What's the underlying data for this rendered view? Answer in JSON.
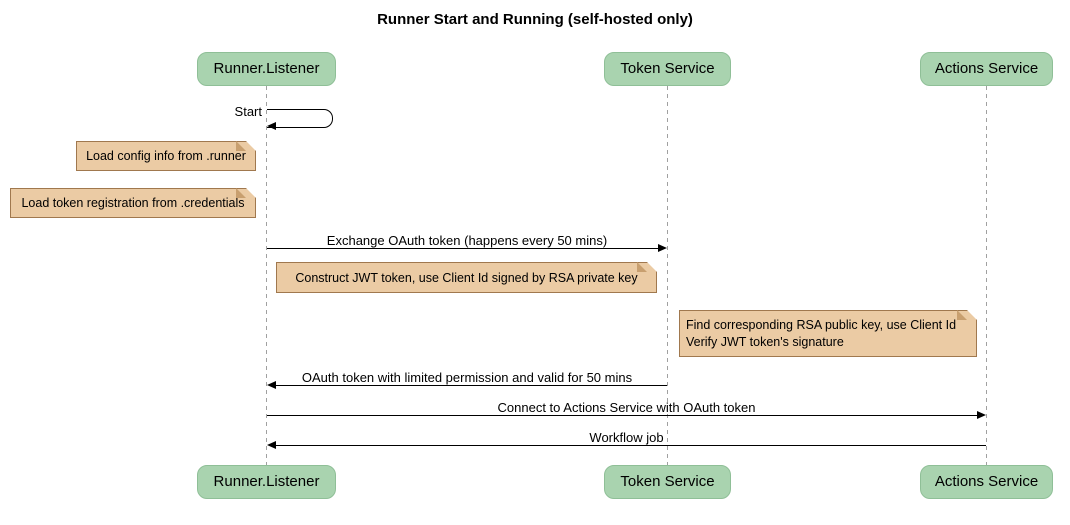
{
  "diagram_type": "sequence",
  "title": "Runner Start and Running (self-hosted only)",
  "participants": [
    {
      "id": "runner-listener",
      "label": "Runner.Listener"
    },
    {
      "id": "token-service",
      "label": "Token Service"
    },
    {
      "id": "actions-service",
      "label": "Actions Service"
    }
  ],
  "messages": [
    {
      "label": "Start",
      "from": "runner-listener",
      "to": "runner-listener",
      "type": "self"
    },
    {
      "label": "Exchange OAuth token (happens every 50 mins)",
      "from": "runner-listener",
      "to": "token-service",
      "type": "solid-arrow"
    },
    {
      "label": "OAuth token with limited permission and valid for 50 mins",
      "from": "token-service",
      "to": "runner-listener",
      "type": "solid-arrow"
    },
    {
      "label": "Connect to Actions Service with OAuth token",
      "from": "runner-listener",
      "to": "actions-service",
      "type": "solid-arrow"
    },
    {
      "label": "Workflow job",
      "from": "actions-service",
      "to": "runner-listener",
      "type": "solid-arrow"
    }
  ],
  "notes": [
    {
      "label": "Load config info from .runner",
      "position": "left-of runner-listener"
    },
    {
      "label": "Load token registration from .credentials",
      "position": "left-of runner-listener"
    },
    {
      "label": "Construct JWT token, use Client Id signed by RSA private key",
      "position": "between runner-listener and token-service"
    },
    {
      "label": "Find corresponding RSA public key, use Client Id\nVerify JWT token's signature",
      "position": "right-of token-service"
    }
  ],
  "colors": {
    "participant_fill": "#A9D3AF",
    "participant_border": "#8FBF97",
    "note_fill": "#EBCBA4",
    "note_border": "#A0784E",
    "note_fold": "#C89F6F",
    "lifeline": "#A0A0A0",
    "message_line": "#000000",
    "text": "#000000",
    "background": "#FFFFFF"
  }
}
